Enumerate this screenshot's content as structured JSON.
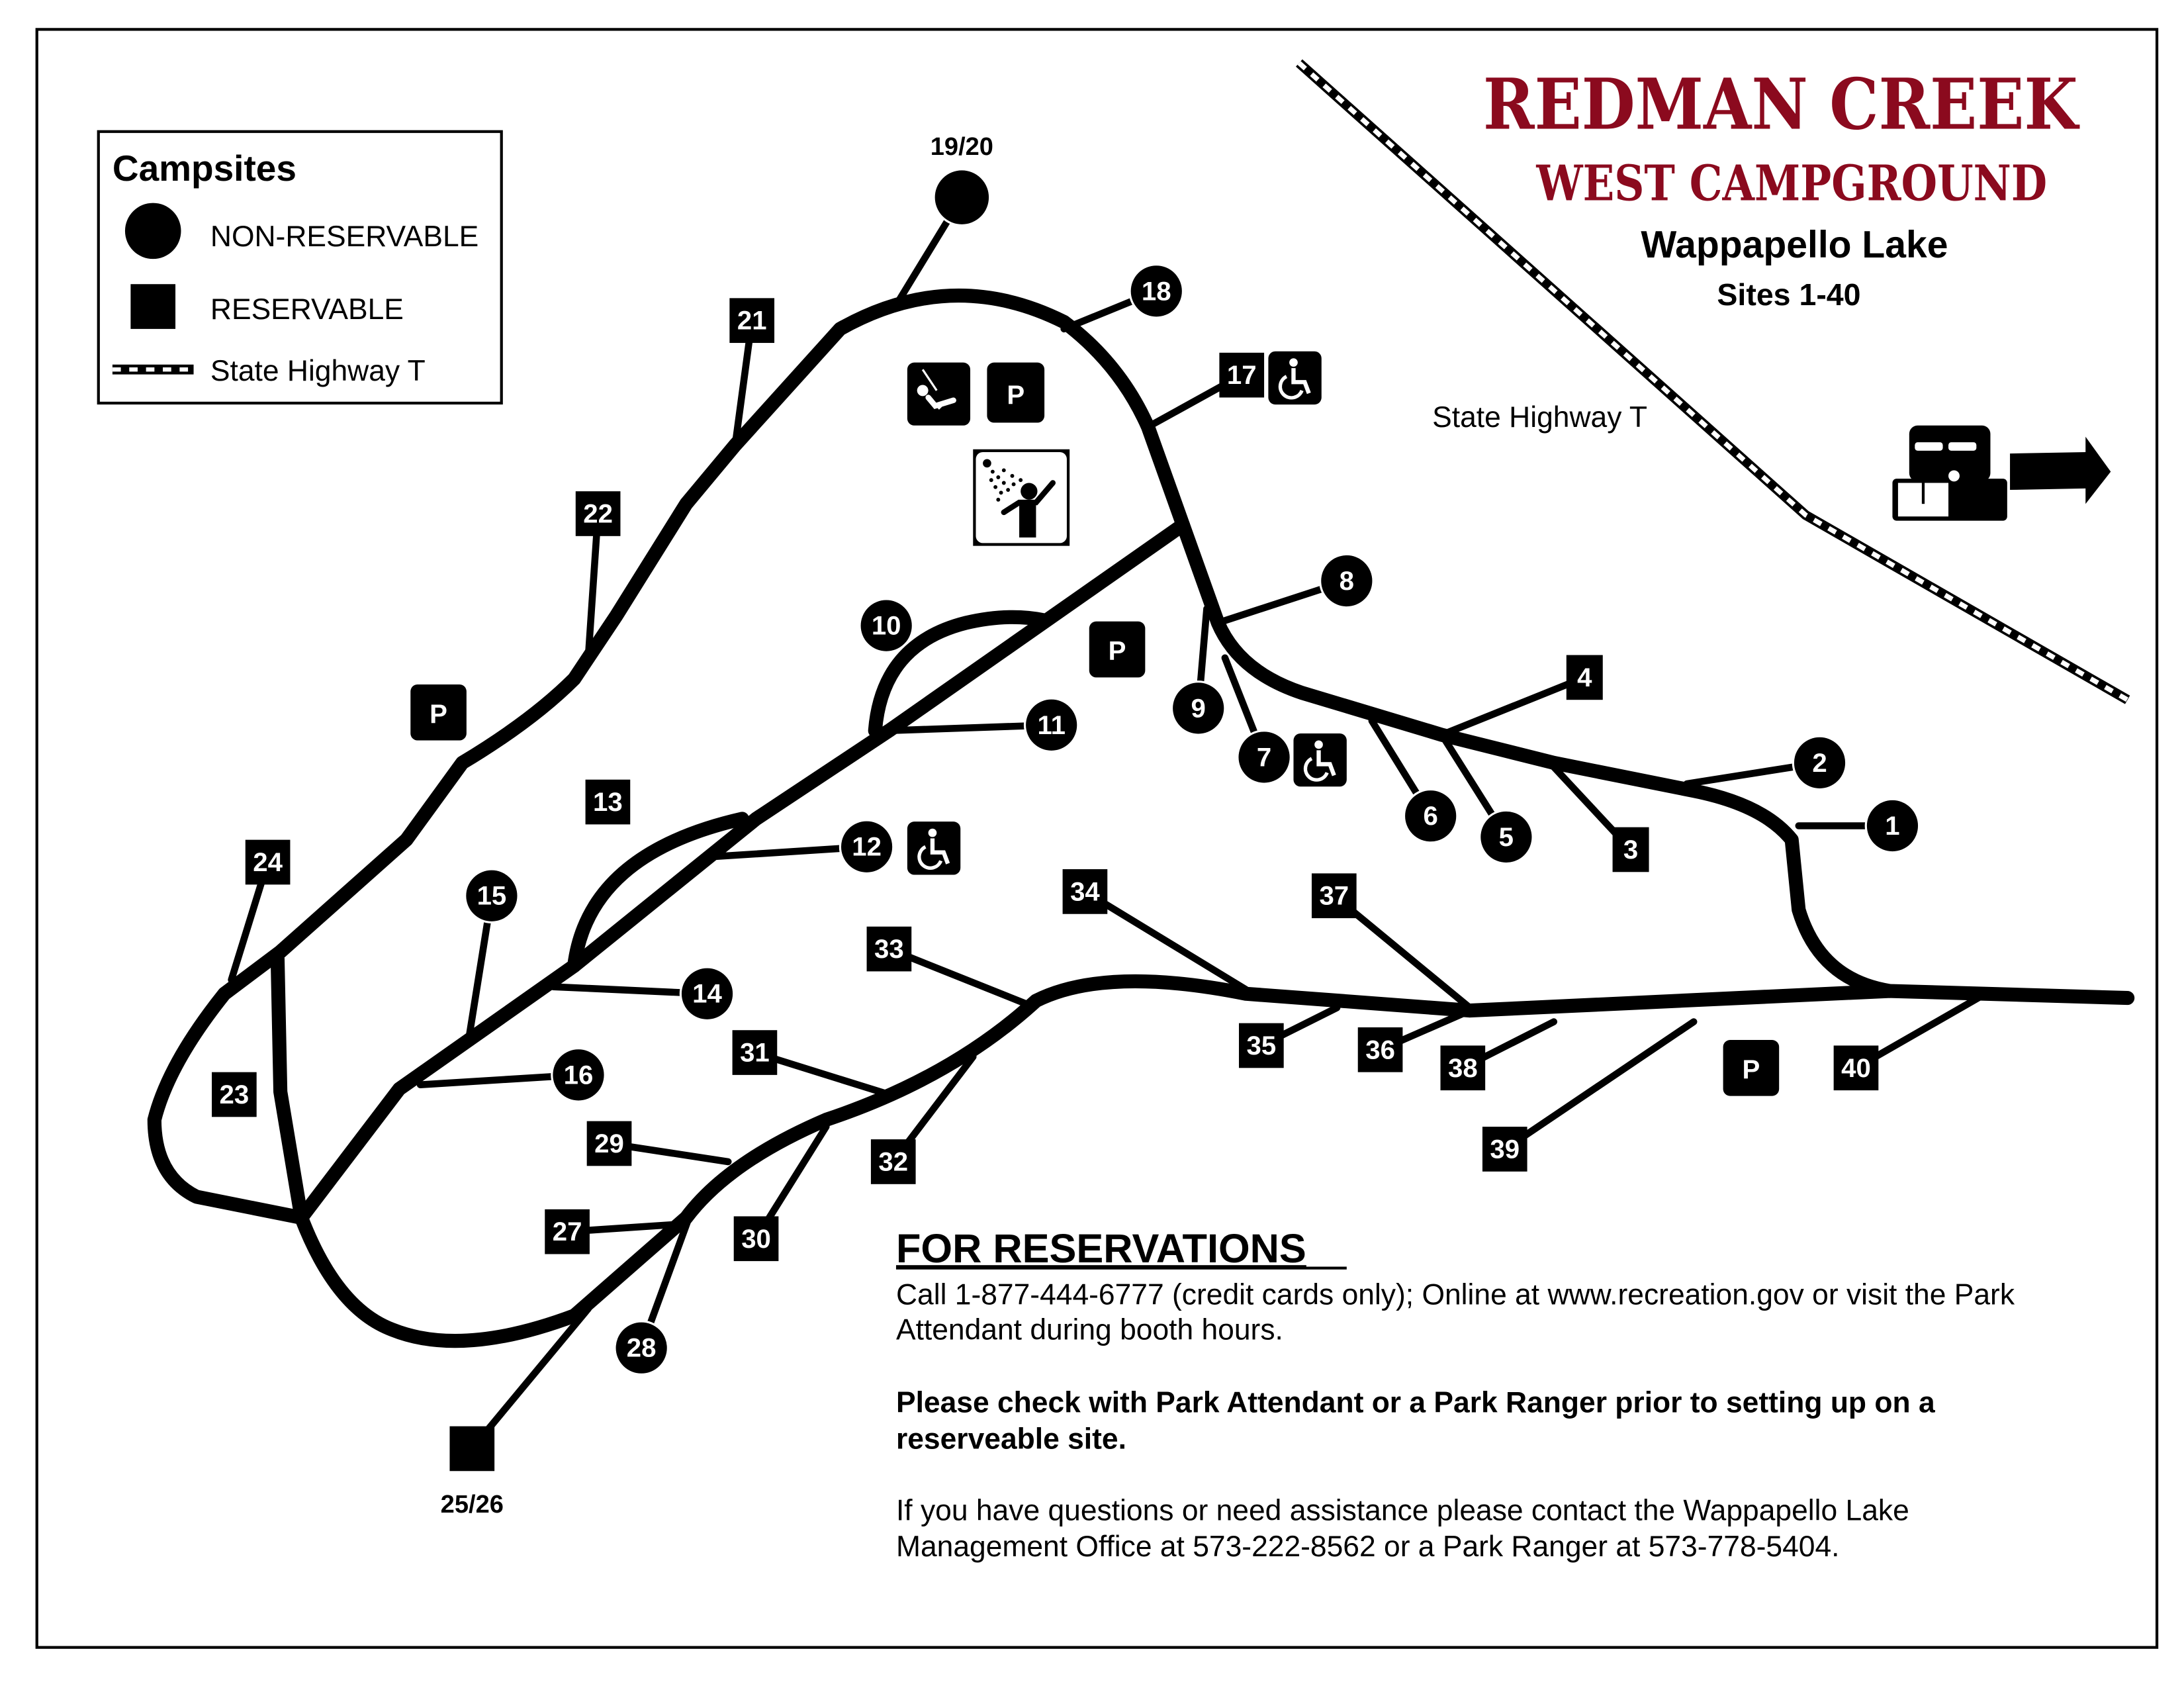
{
  "title": {
    "line1": "REDMAN CREEK",
    "line2": "WEST CAMPGROUND",
    "lake": "Wappapello Lake",
    "sites_range": "Sites 1-40",
    "color": "#8b0a1e"
  },
  "legend": {
    "heading": "Campsites",
    "non_reservable": "NON-RESERVABLE",
    "reservable": "RESERVABLE",
    "highway": "State Highway T"
  },
  "highway_label": "State Highway T",
  "parking_letter": "P",
  "sites": [
    {
      "label": "1",
      "type": "non-reservable"
    },
    {
      "label": "2",
      "type": "non-reservable"
    },
    {
      "label": "3",
      "type": "reservable"
    },
    {
      "label": "4",
      "type": "reservable"
    },
    {
      "label": "5",
      "type": "non-reservable"
    },
    {
      "label": "6",
      "type": "non-reservable"
    },
    {
      "label": "7",
      "type": "non-reservable"
    },
    {
      "label": "8",
      "type": "non-reservable"
    },
    {
      "label": "9",
      "type": "non-reservable"
    },
    {
      "label": "10",
      "type": "non-reservable"
    },
    {
      "label": "11",
      "type": "non-reservable"
    },
    {
      "label": "12",
      "type": "non-reservable"
    },
    {
      "label": "13",
      "type": "reservable"
    },
    {
      "label": "14",
      "type": "non-reservable"
    },
    {
      "label": "15",
      "type": "non-reservable"
    },
    {
      "label": "16",
      "type": "non-reservable"
    },
    {
      "label": "17",
      "type": "reservable"
    },
    {
      "label": "18",
      "type": "non-reservable"
    },
    {
      "label": "19/20",
      "type": "non-reservable"
    },
    {
      "label": "21",
      "type": "reservable"
    },
    {
      "label": "22",
      "type": "reservable"
    },
    {
      "label": "23",
      "type": "reservable"
    },
    {
      "label": "24",
      "type": "reservable"
    },
    {
      "label": "25/26",
      "type": "reservable"
    },
    {
      "label": "27",
      "type": "reservable"
    },
    {
      "label": "28",
      "type": "non-reservable"
    },
    {
      "label": "29",
      "type": "reservable"
    },
    {
      "label": "30",
      "type": "reservable"
    },
    {
      "label": "31",
      "type": "reservable"
    },
    {
      "label": "32",
      "type": "reservable"
    },
    {
      "label": "33",
      "type": "reservable"
    },
    {
      "label": "34",
      "type": "reservable"
    },
    {
      "label": "35",
      "type": "reservable"
    },
    {
      "label": "36",
      "type": "reservable"
    },
    {
      "label": "37",
      "type": "reservable"
    },
    {
      "label": "38",
      "type": "reservable"
    },
    {
      "label": "39",
      "type": "reservable"
    },
    {
      "label": "40",
      "type": "reservable"
    }
  ],
  "reservations": {
    "heading": "FOR RESERVATIONS",
    "line1": "Call 1-877-444-6777 (credit cards only); Online at www.recreation.gov or visit the Park",
    "line2": "Attendant during booth hours.",
    "bold1": "Please check with Park Attendant or a Park Ranger prior to setting up on a",
    "bold2": "reserveable site.",
    "contact1": "If you have questions or need assistance please contact the Wappapello Lake",
    "contact2": "Management Office at 573-222-8562 or a Park Ranger at 573-778-5404."
  }
}
